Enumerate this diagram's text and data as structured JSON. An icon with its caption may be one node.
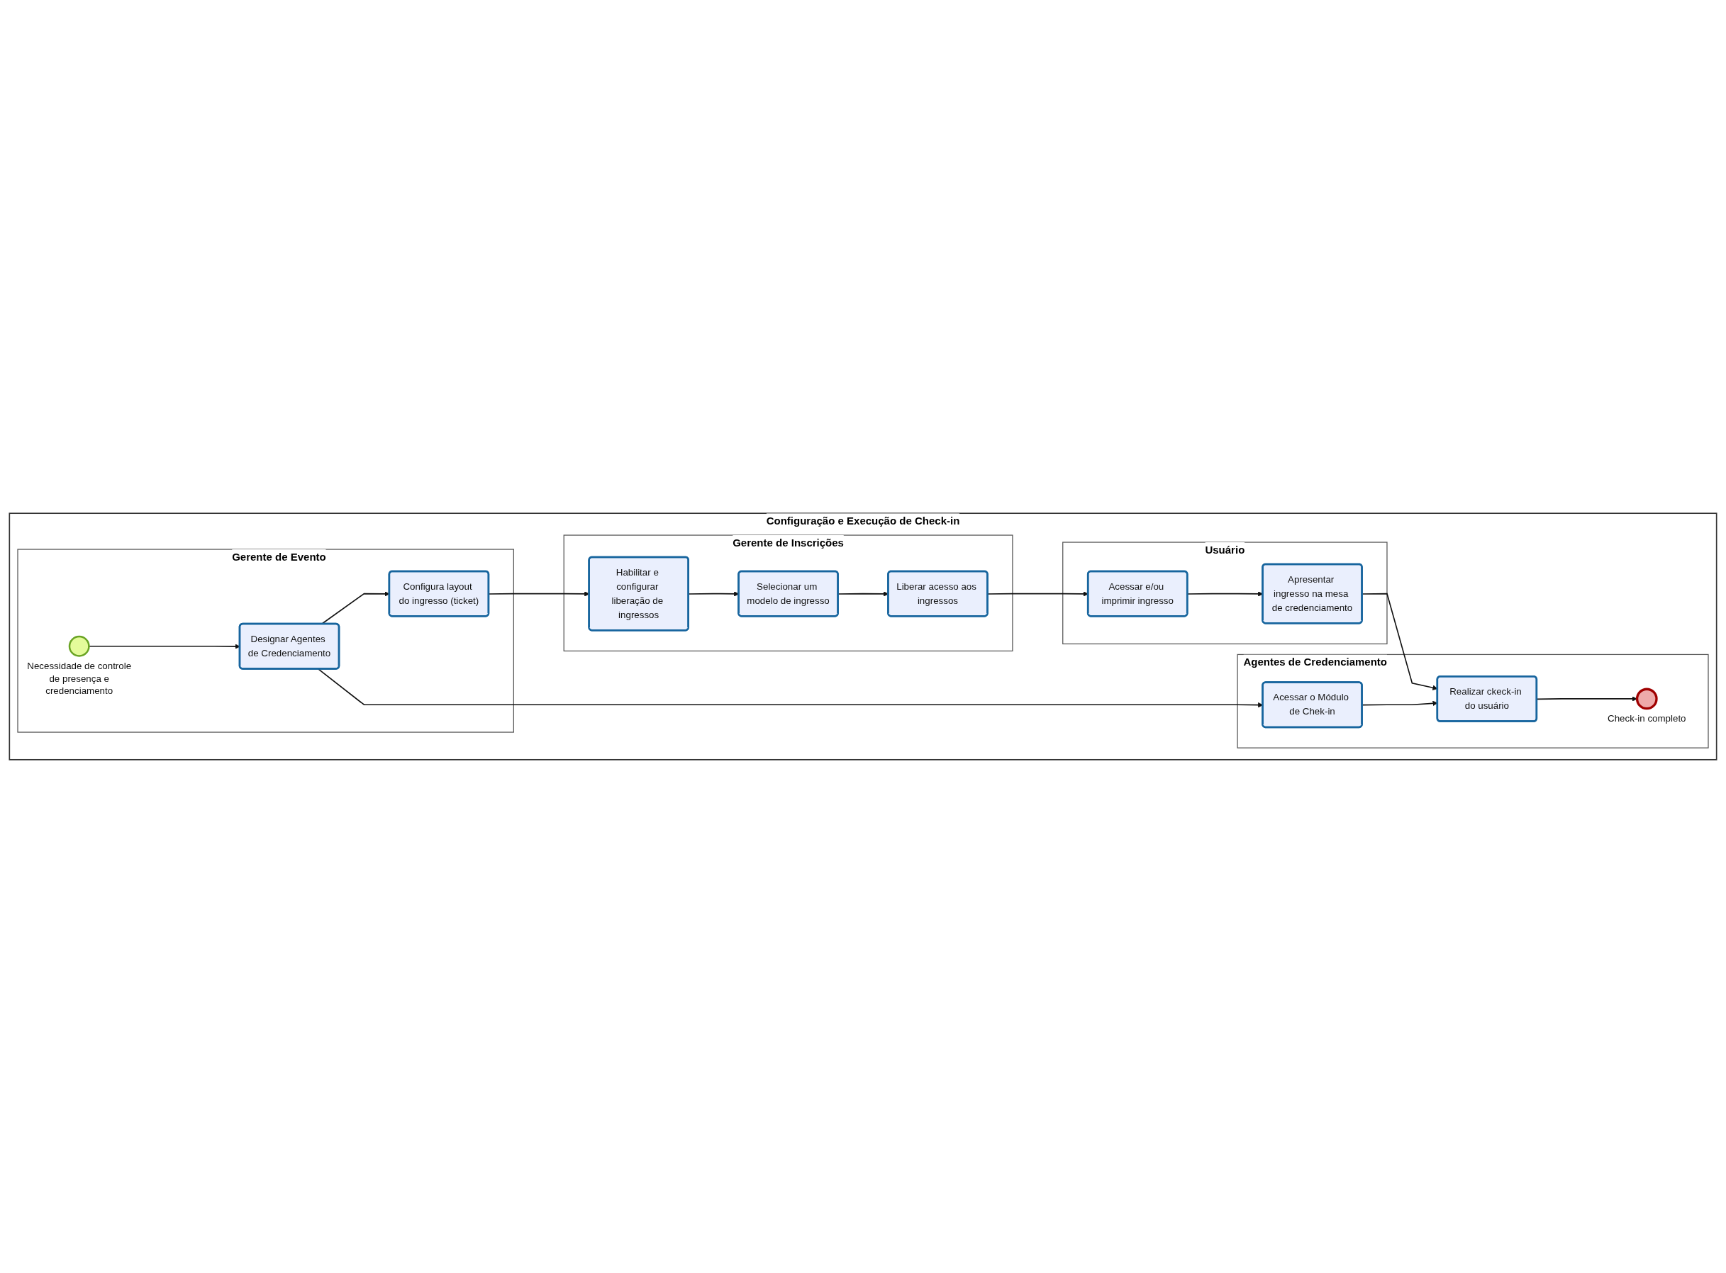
{
  "diagram": {
    "nodes": [
      {
        "text": [
          "Configuração e Execução de Check-in"
        ]
      },
      {
        "text": [
          "Gerente de Evento"
        ],
        "in": 0
      },
      {
        "text": [],
        "shape": "circle",
        "beside": [
          "Necessidade de controle de presença e credenciamento"
        ],
        "in": 1
      },
      {
        "text": [
          "Designar Agentes de Credenciamento"
        ],
        "in": 1
      },
      {
        "text": [
          "Configura layout do ingresso (ticket)"
        ],
        "in": 1
      },
      {
        "text": [
          "Gerente de Inscrições"
        ],
        "in": 0
      },
      {
        "text": [
          "Habilitar e configurar liberação de ingressos"
        ],
        "in": 5
      },
      {
        "text": [
          "Selecionar um modelo de ingresso"
        ],
        "in": 5
      },
      {
        "text": [
          "Liberar acesso aos ingressos"
        ],
        "in": 5
      },
      {
        "text": [
          "Usuário"
        ],
        "in": 0
      },
      {
        "text": [
          "Acessar e/ou imprimir ingresso"
        ],
        "in": 9
      },
      {
        "text": [
          "Apresentar ingresso na mesa de credenciamento"
        ],
        "in": 9
      },
      {
        "text": [
          "Agentes de Credenciamento"
        ],
        "in": 0
      },
      {
        "text": [
          "Acessar o Módulo de Chek-in"
        ],
        "in": 12
      },
      {
        "text": [
          "Realizar ckeck-in do usuário"
        ],
        "in": 12
      },
      {
        "text": [],
        "shape": "circle",
        "beside": [
          "Check-in completo"
        ],
        "in": 12
      }
    ],
    "edges": [
      {
        "from": 2,
        "to": 3,
        "arrow": "to"
      },
      {
        "from": 3,
        "to": 4,
        "arrow": "to"
      },
      {
        "from": 3,
        "to": 13,
        "arrow": "to"
      },
      {
        "from": 4,
        "to": 6,
        "arrow": "to"
      },
      {
        "from": 6,
        "to": 7,
        "arrow": "to"
      },
      {
        "from": 7,
        "to": 8,
        "arrow": "to"
      },
      {
        "from": 8,
        "to": 10,
        "arrow": "to"
      },
      {
        "from": 10,
        "to": 11,
        "arrow": "to"
      },
      {
        "from": 11,
        "to": 14,
        "arrow": "to"
      },
      {
        "from": 13,
        "to": 14,
        "arrow": "to"
      },
      {
        "from": 14,
        "to": 15,
        "arrow": "to"
      }
    ]
  }
}
